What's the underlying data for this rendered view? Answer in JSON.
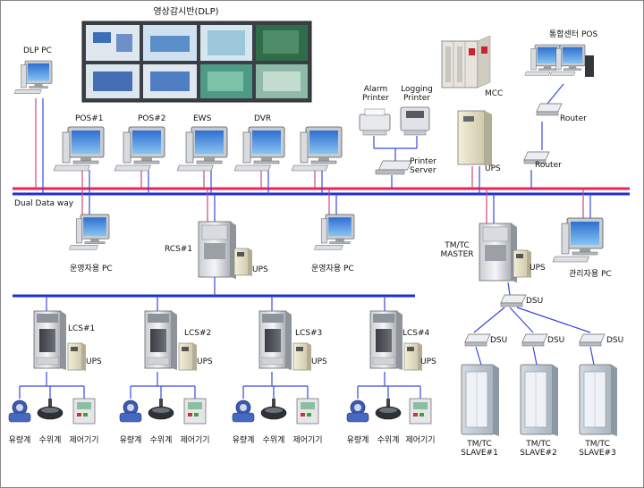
{
  "title": "영상감시반(DLP)",
  "dlp_pc": "DLP PC",
  "pos1": "POS#1",
  "pos2": "POS#2",
  "ews": "EWS",
  "dvr": "DVR",
  "alarm_printer": "Alarm\nPrinter",
  "logging_printer": "Logging\nPrinter",
  "printer_server": "Printer\nServer",
  "mcc": "MCC",
  "ups": "UPS",
  "integrated_pos": "통합센터 POS",
  "router": "Router",
  "dual_dataway": "Dual Data way",
  "ops_pc": "운영자용 PC",
  "rcs1": "RCS#1",
  "tmtc_master": "TM/TC\nMASTER",
  "admin_pc": "관리자용 PC",
  "dsu": "DSU",
  "lcs": [
    "LCS#1",
    "LCS#2",
    "LCS#3",
    "LCS#4"
  ],
  "flowmeter": "유량계",
  "levelmeter": "수위계",
  "controller": "제어기기",
  "slaves": [
    "TM/TC\nSLAVE#1",
    "TM/TC\nSLAVE#2",
    "TM/TC\nSLAVE#3"
  ],
  "colors": {
    "red_line": "#e8245a",
    "blue_line": "#1d2fd6",
    "pink_wire": "#d4457a",
    "blue_wire": "#3b4ad8"
  }
}
